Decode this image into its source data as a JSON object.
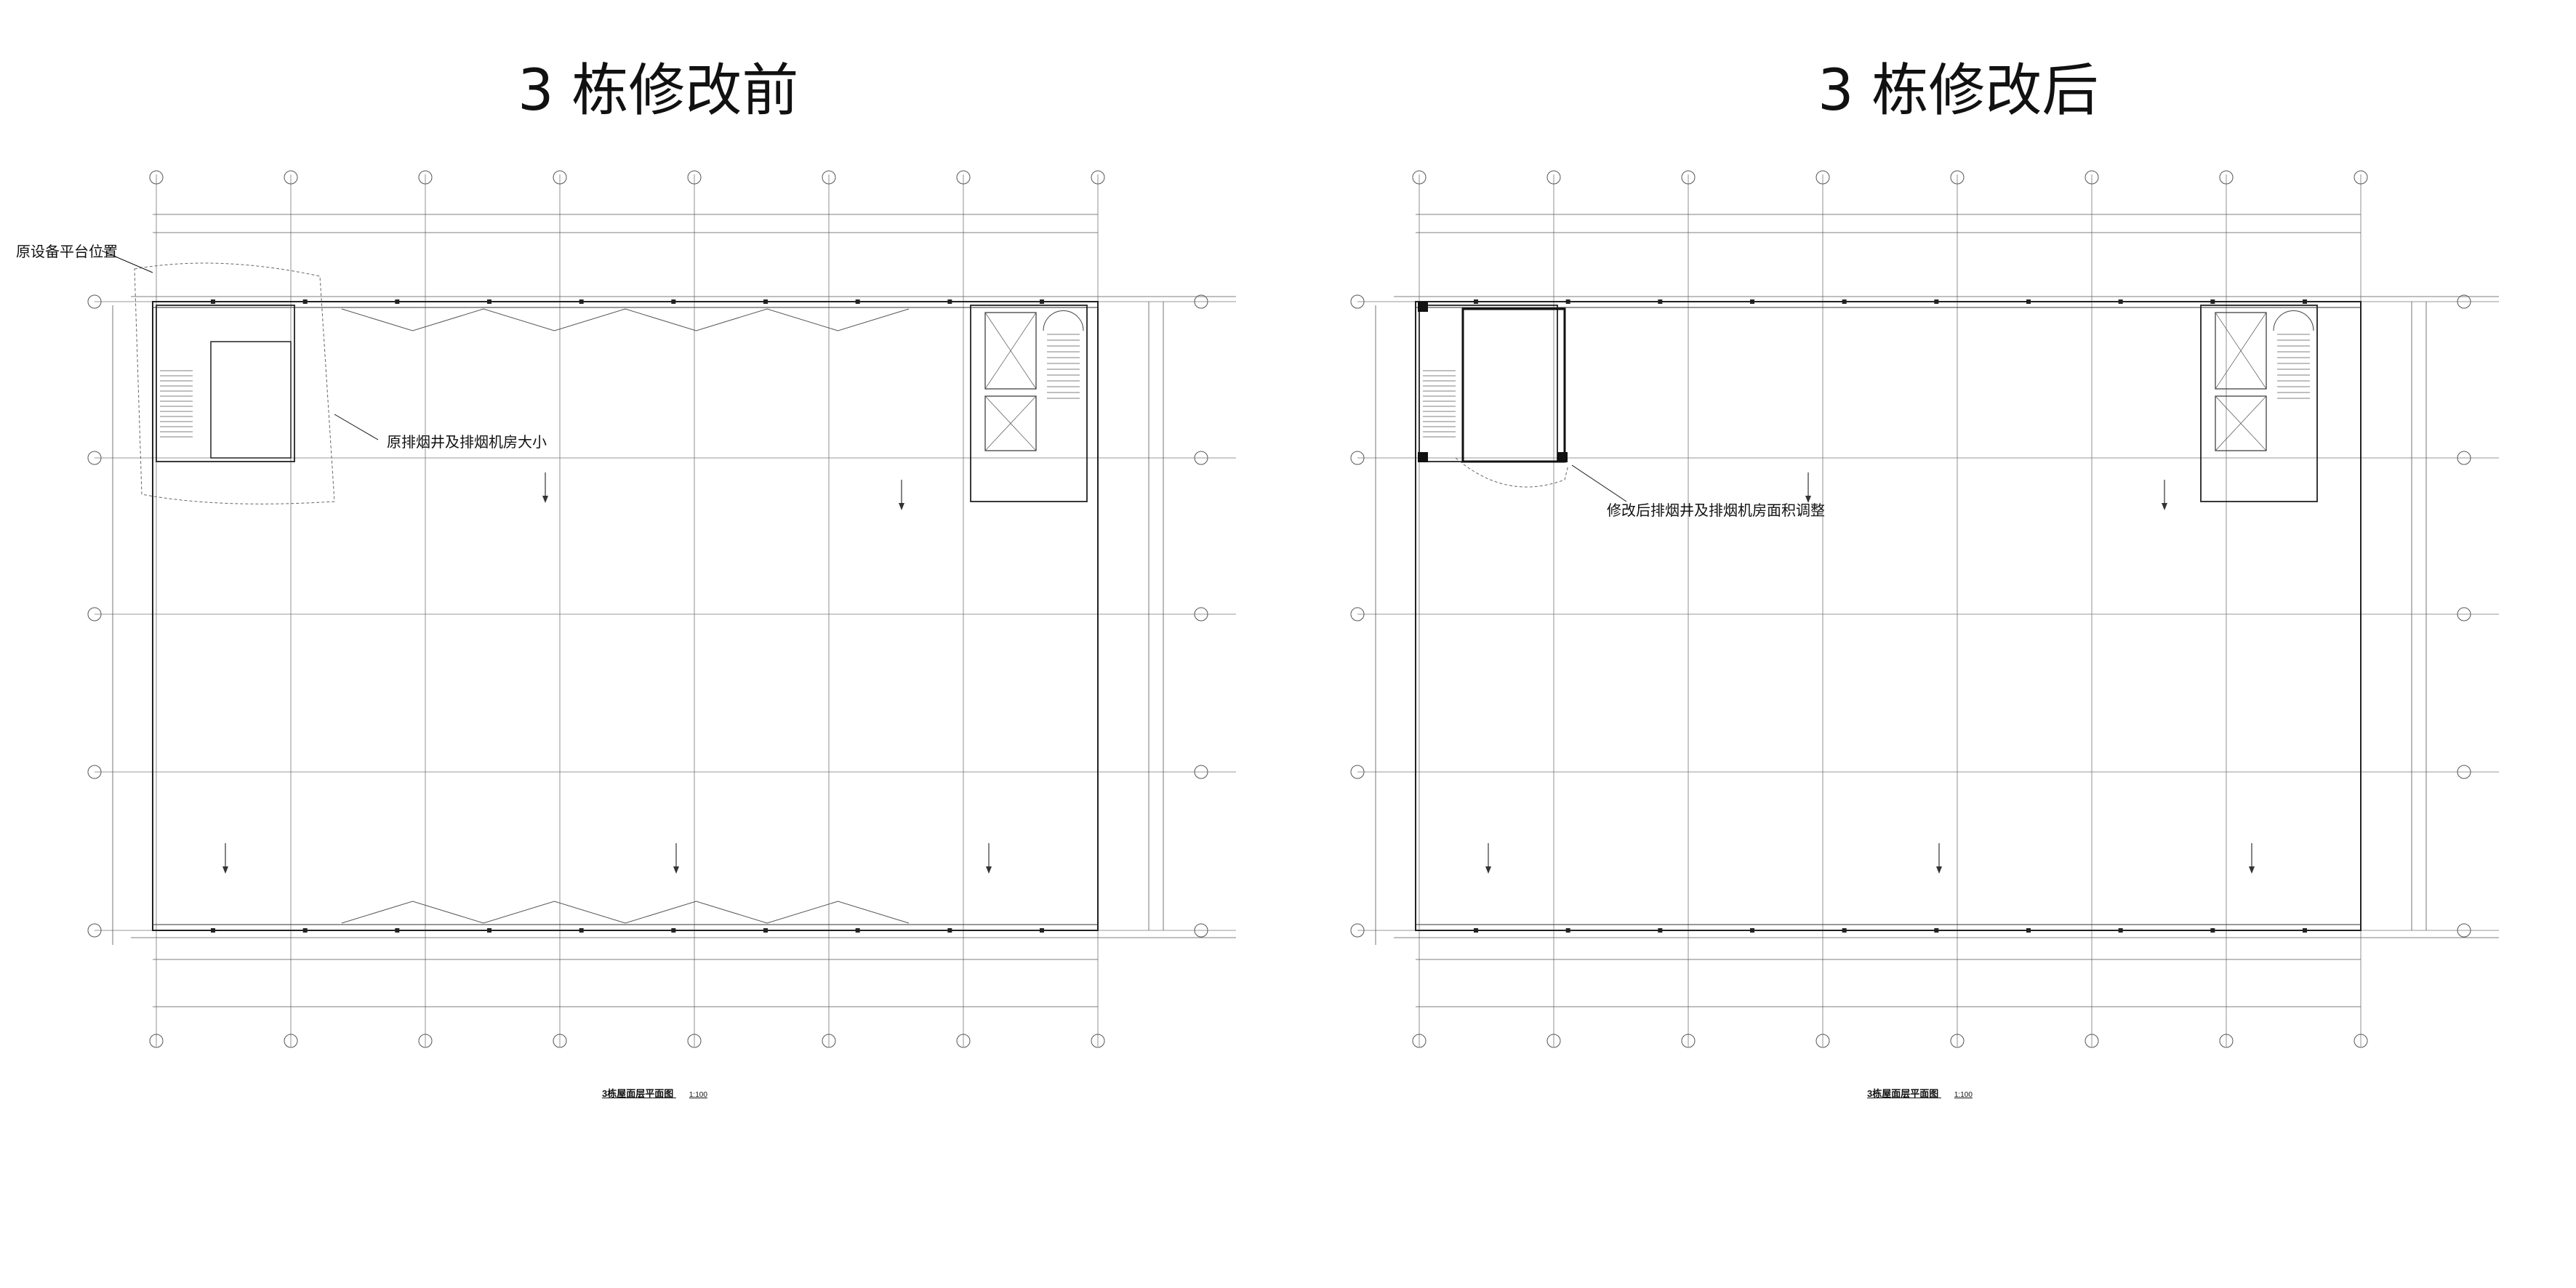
{
  "panels": [
    {
      "id": "before",
      "title": "3 栋修改前",
      "callouts": [
        "原设备平台位置",
        "原排烟井及排烟机房大小"
      ],
      "caption": "3栋屋面层平面图",
      "scale": "1:100"
    },
    {
      "id": "after",
      "title": "3 栋修改后",
      "callouts": [
        "修改后排烟井及排烟机房面积调整"
      ],
      "caption": "3栋屋面层平面图",
      "scale": "1:100"
    }
  ]
}
